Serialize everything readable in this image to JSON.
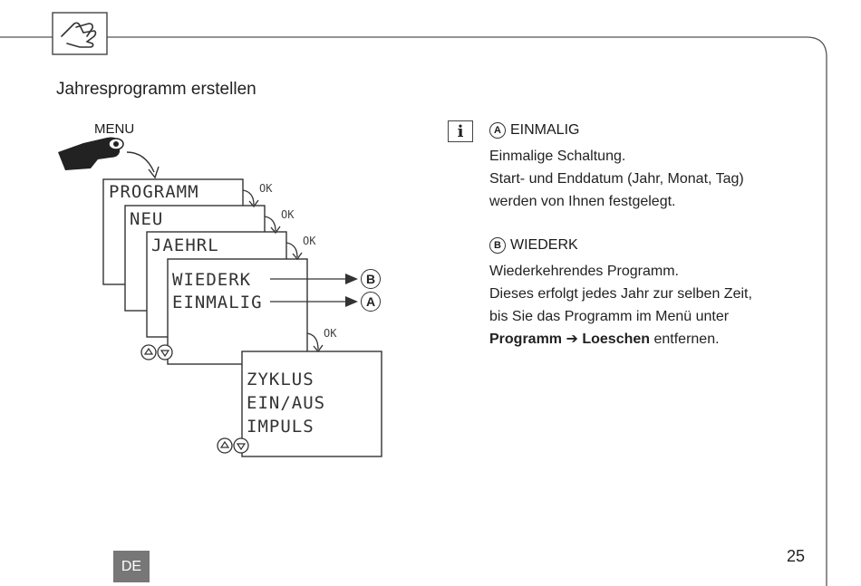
{
  "page": {
    "title": "Jahresprogramm erstellen",
    "language": "DE",
    "page_number": "25"
  },
  "diagram": {
    "menu_label": "MENU",
    "ok_label": "OK",
    "screens": {
      "programm": "PROGRAMM",
      "neu": "NEU",
      "jaehrl": "JAEHRL",
      "wiederk": "WIEDERK",
      "einmalig": "EINMALIG",
      "zyklus": "ZYKLUS",
      "ein_aus": "EIN/AUS",
      "impuls": "IMPULS"
    },
    "marker_a": "A",
    "marker_b": "B"
  },
  "info": {
    "icon_glyph": "i",
    "section_a": {
      "marker": "A",
      "heading": "EINMALIG",
      "lines": [
        "Einmalige Schaltung.",
        "Start- und Enddatum (Jahr, Monat, Tag)",
        "werden von Ihnen festgelegt."
      ]
    },
    "section_b": {
      "marker": "B",
      "heading": "WIEDERK",
      "lines": [
        "Wiederkehrendes Programm.",
        "Dieses erfolgt jedes Jahr zur selben Zeit,",
        "bis Sie das Programm im Menü unter"
      ],
      "path_from": "Programm",
      "path_arrow": "➔",
      "path_to": "Loeschen",
      "path_suffix": " entfernen."
    }
  },
  "colors": {
    "frame_line": "#555555",
    "badge_bg": "#777777",
    "text": "#222222"
  }
}
